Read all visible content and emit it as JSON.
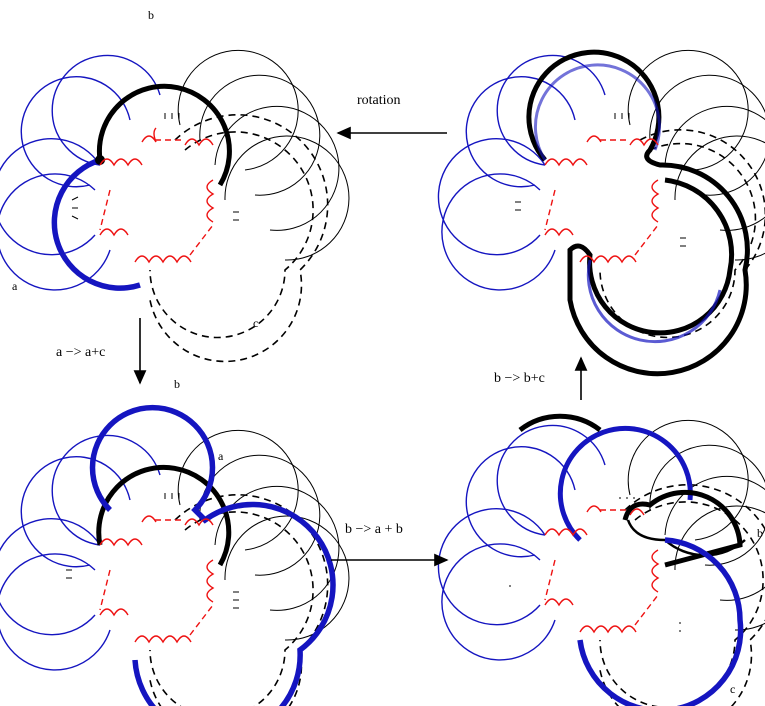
{
  "panels": {
    "top_left": {
      "labels": {
        "a": "a",
        "b": "b",
        "c": "c"
      }
    },
    "top_right": {
      "labels": {}
    },
    "bottom_left": {
      "labels": {
        "a": "a",
        "b": "b"
      }
    },
    "bottom_right": {
      "labels": {
        "b": "b",
        "c": "c"
      }
    }
  },
  "arrows": {
    "rotation": "rotation",
    "a_to_ac": "a −> a+c",
    "b_to_bc": "b −> b+c",
    "b_to_ab": "b −> a + b"
  },
  "colors": {
    "blue": "#1515c0",
    "red": "#ee1111",
    "black": "#000000"
  }
}
